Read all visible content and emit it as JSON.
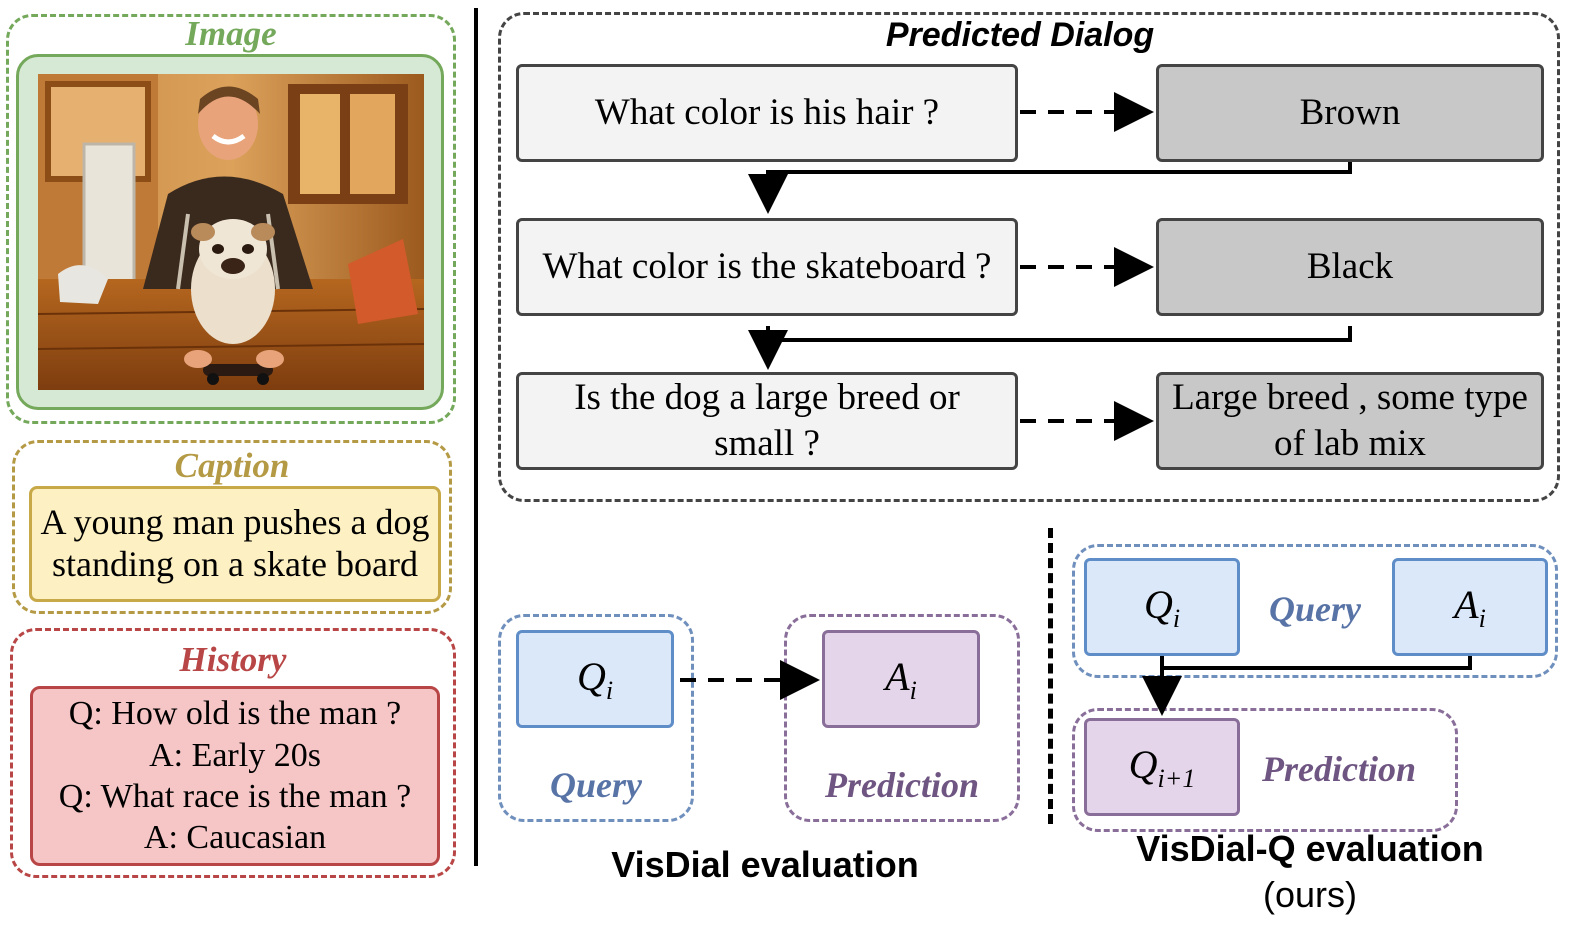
{
  "image_panel": {
    "title": "Image"
  },
  "caption_panel": {
    "title": "Caption",
    "lines": [
      "A young man pushes a dog",
      "standing on a skate board"
    ]
  },
  "history_panel": {
    "title": "History",
    "lines": [
      "Q: How old is the man ?",
      "A: Early 20s",
      "Q: What race is the man ?",
      "A: Caucasian"
    ]
  },
  "dialog": {
    "title": "Predicted Dialog",
    "rows": [
      {
        "question": [
          "What color is his hair ?"
        ],
        "answer": [
          "Brown"
        ]
      },
      {
        "question": [
          "What color is the skateboard ?"
        ],
        "answer": [
          "Black"
        ]
      },
      {
        "question": [
          "Is the dog a large breed or",
          "small ?"
        ],
        "answer": [
          "Large breed , some type",
          "of lab mix"
        ]
      }
    ]
  },
  "visdial": {
    "query_label": "Query",
    "prediction_label": "Prediction",
    "q_symbol": "Q",
    "q_sub": "i",
    "a_symbol": "A",
    "a_sub": "i",
    "caption": "VisDial evaluation"
  },
  "visdial_q": {
    "query_label": "Query",
    "prediction_label": "Prediction",
    "q_symbol": "Q",
    "q_sub": "i",
    "a_symbol": "A",
    "a_sub": "i",
    "pred_symbol": "Q",
    "pred_sub": "i+1",
    "caption": "VisDial-Q evaluation",
    "caption_note": "(ours)"
  },
  "colors": {
    "green": "#74a85a",
    "green_fill": "#d6e9d4",
    "gold": "#b59a45",
    "gold_fill": "#fdf0c2",
    "red": "#b94646",
    "red_fill": "#f6c6c6",
    "blue": "#6f8fbd",
    "blue_fill": "#dbe8f9",
    "purple": "#8a6e9a",
    "purple_fill": "#e5d5ea"
  }
}
